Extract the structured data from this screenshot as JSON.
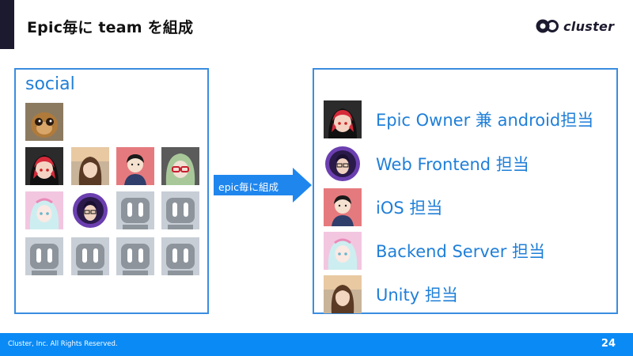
{
  "slide": {
    "title": "Epic毎に team を組成",
    "logo_text": "cluster",
    "arrow_label": "epic毎に組成",
    "social_label": "social"
  },
  "roles": [
    {
      "label": "Epic Owner 兼 android担当"
    },
    {
      "label": "Web Frontend 担当"
    },
    {
      "label": "iOS 担当"
    },
    {
      "label": "Backend Server 担当"
    },
    {
      "label": "Unity 担当"
    }
  ],
  "footer": {
    "copyright": "Cluster, Inc. All Rights Reserved.",
    "page_number": "24"
  },
  "colors": {
    "accent": "#1f7fd8",
    "footer": "#0a8af5",
    "title_bar": "#1c1a2e"
  }
}
